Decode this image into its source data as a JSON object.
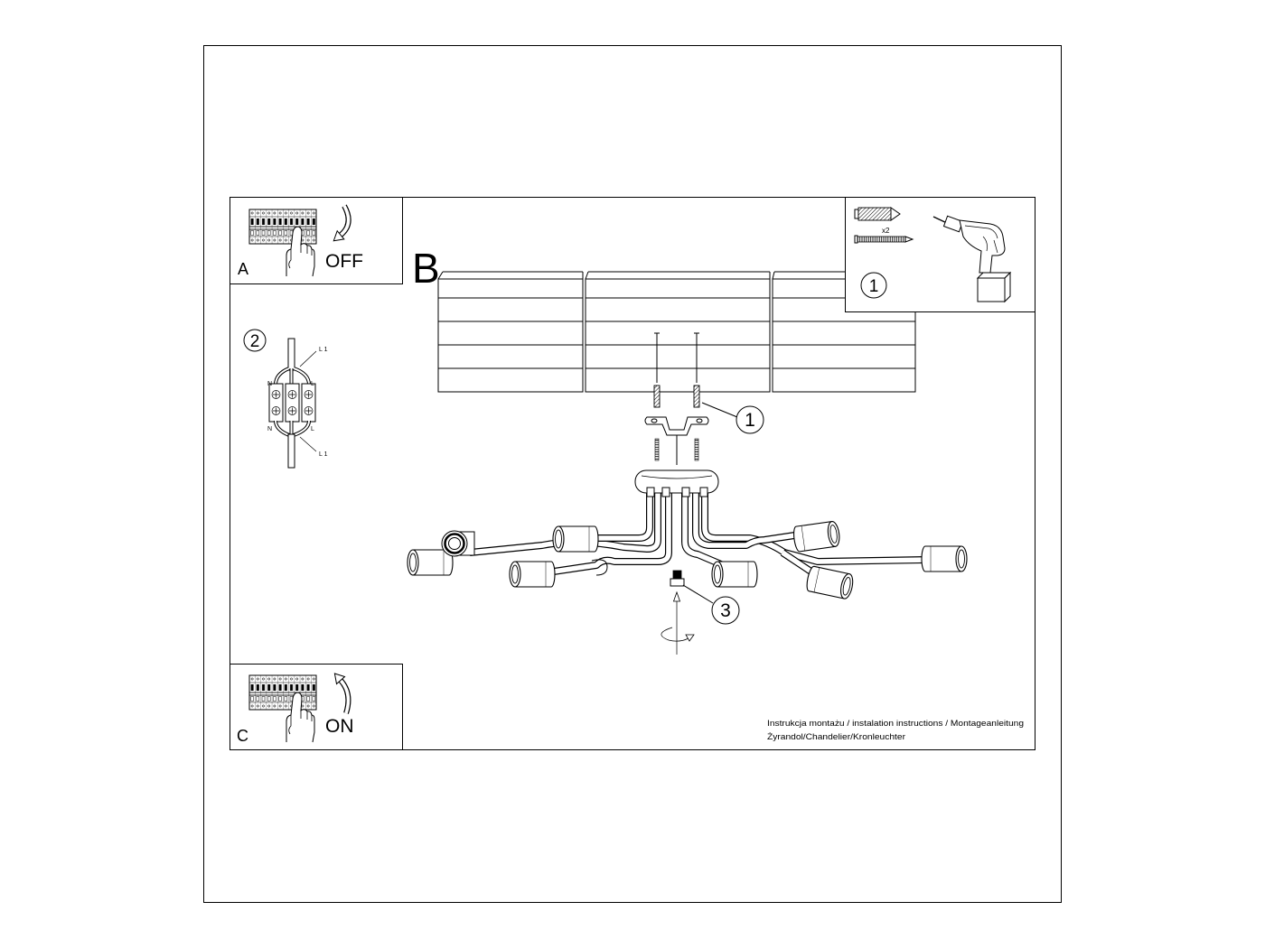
{
  "step_a": {
    "label": "A",
    "action": "OFF"
  },
  "step_b": {
    "label": "B"
  },
  "step_c": {
    "label": "C",
    "action": "ON"
  },
  "tools": {
    "number": "1",
    "quantity": "x2"
  },
  "wiring": {
    "number": "2",
    "top_live": "L 1",
    "top_neutral": "N",
    "top_live_short": "L",
    "bottom_neutral": "N",
    "bottom_live_short": "L",
    "bottom_live": "L 1"
  },
  "callouts": {
    "bracket": "1",
    "screw": "3"
  },
  "footer": {
    "title": "Instrukcja montażu / instalation instructions / Montageanleitung",
    "product": "Żyrandol/Chandelier/Kronleuchter"
  },
  "icons": [
    "breaker-panel-icon",
    "hand-icon",
    "curved-arrow-icon",
    "wall-plug-icon",
    "screw-icon",
    "drill-icon",
    "terminal-block-icon",
    "mounting-bracket-icon",
    "rotation-arrow-icon"
  ],
  "colors": {
    "line": "#000000",
    "background": "#ffffff"
  }
}
